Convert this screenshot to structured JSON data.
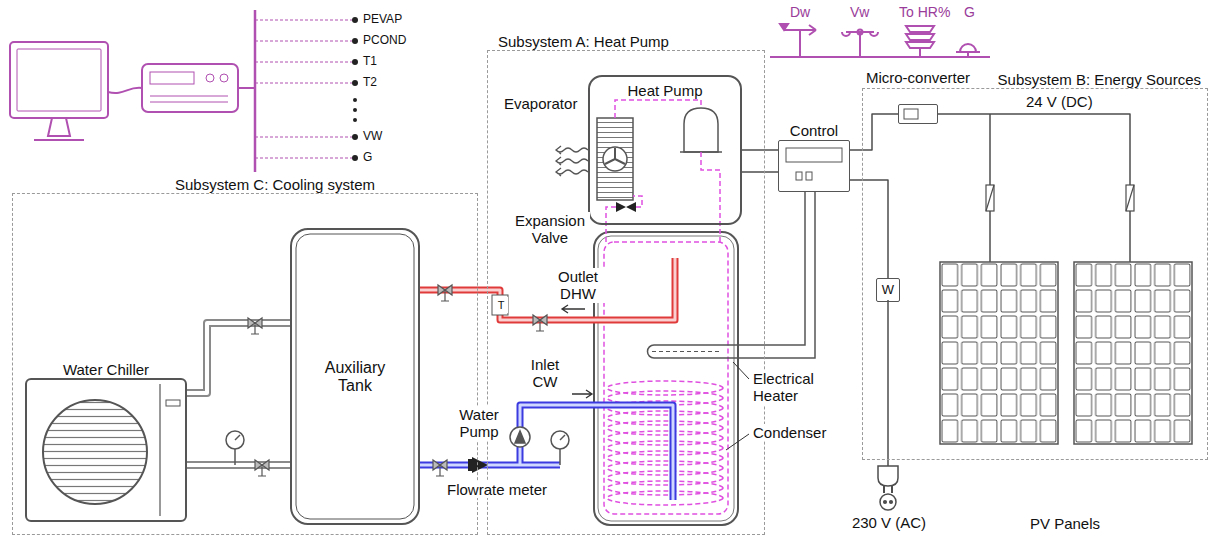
{
  "diagram": {
    "nodes": [
      {
        "text": [
          "Subsystem A: Heat Pump"
        ]
      },
      {
        "text": [
          "Subsystem B: Energy Sources"
        ]
      },
      {
        "text": [
          "Subsystem C: Cooling system"
        ]
      },
      {
        "text": [
          "Heat Pump"
        ],
        "in": 0
      },
      {
        "text": [
          "Control"
        ]
      },
      {
        "text": [
          "Micro-converter"
        ],
        "in": 1
      },
      {
        "text": [
          "W"
        ],
        "in": 1
      },
      {
        "text": [
          "Auxiliary Tank"
        ],
        "in": 2
      },
      {
        "text": [
          "Water Chiller"
        ],
        "in": 2
      },
      {
        "text": [
          "PV Panels"
        ],
        "in": 1
      }
    ],
    "edges": [
      {
        "from": 3,
        "to": 4,
        "arrow": "none"
      },
      {
        "from": 3,
        "to": 4,
        "arrow": "none"
      },
      {
        "from": 4,
        "to": 5,
        "arrow": "none"
      },
      {
        "from": 5,
        "to": 9,
        "arrow": "none"
      },
      {
        "from": 4,
        "to": 6,
        "arrow": "none"
      },
      {
        "from": 8,
        "to": 7,
        "arrow": "none"
      },
      {
        "from": 8,
        "to": 7,
        "arrow": "none"
      }
    ],
    "labels": [
      "PEVAP",
      "PCOND",
      "T1",
      "T2",
      "VW",
      "G",
      "Dw",
      "Vw",
      "To HR%",
      "G",
      "Evaporator",
      "Expansion Valve",
      "24 V (DC)",
      "Outlet DHW",
      "T",
      "Inlet CW",
      "Electrical Heater",
      "Water Pump",
      "Condenser",
      "230 V (AC)",
      "Flowrate meter"
    ]
  }
}
